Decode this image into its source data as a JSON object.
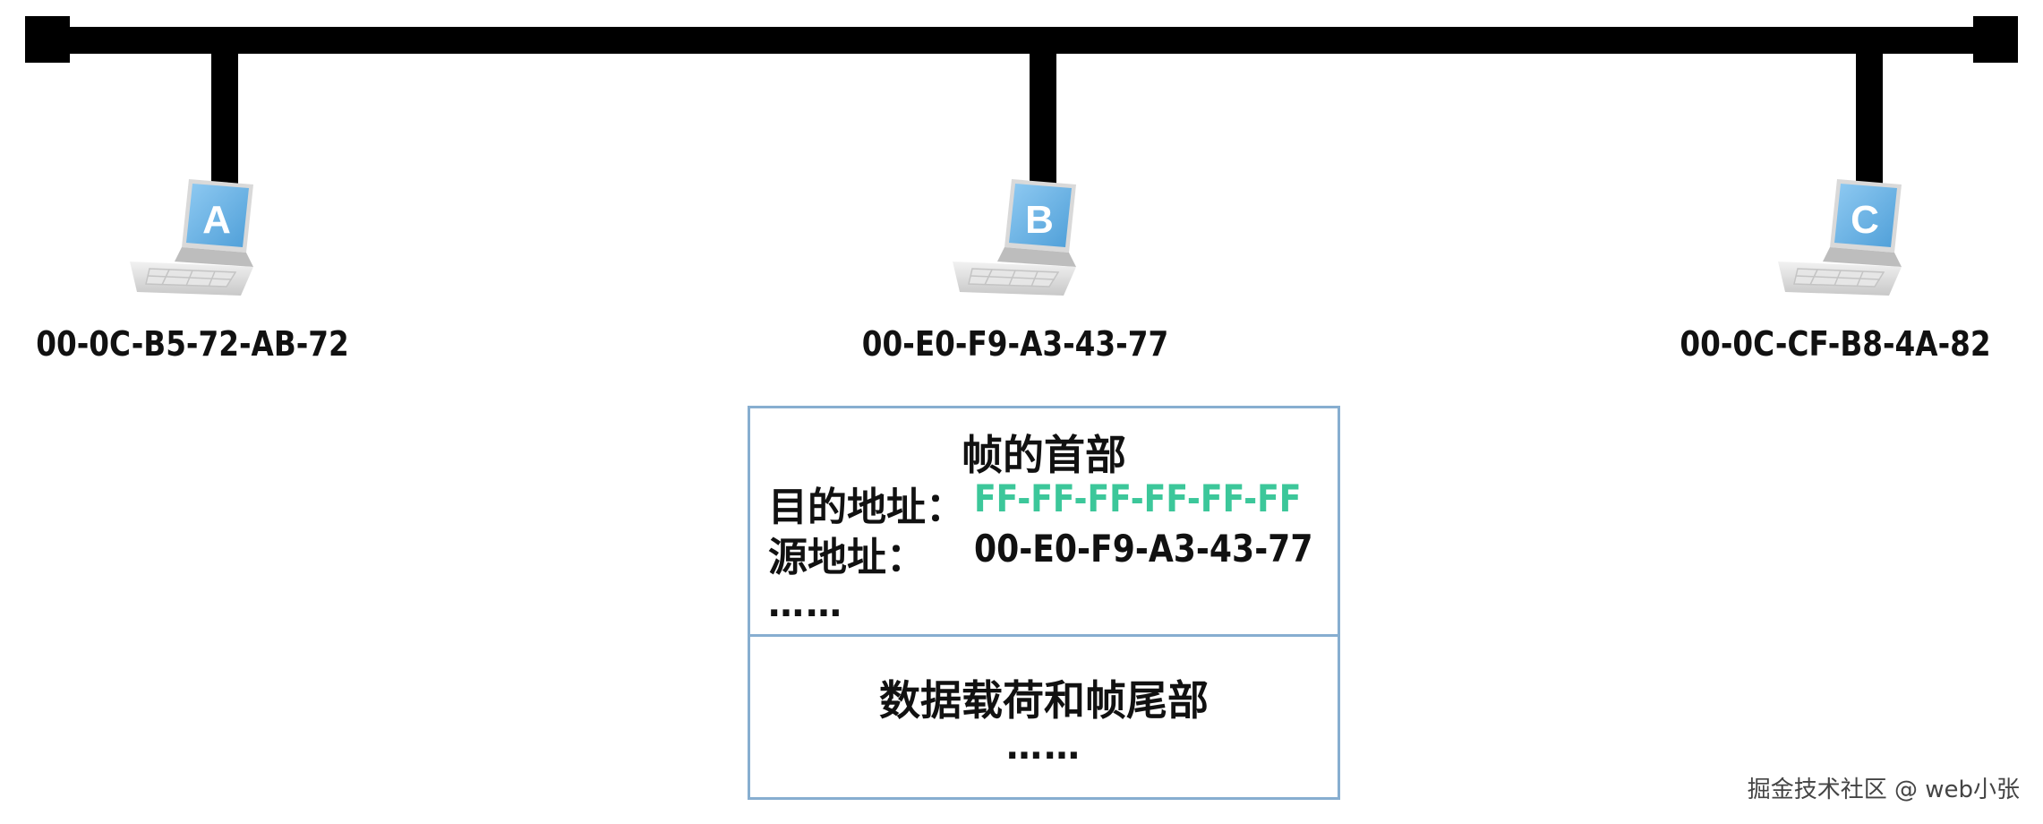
{
  "hosts": [
    {
      "letter": "A",
      "mac": "00-0C-B5-72-AB-72"
    },
    {
      "letter": "B",
      "mac": "00-E0-F9-A3-43-77"
    },
    {
      "letter": "C",
      "mac": "00-0C-CF-B8-4A-82"
    }
  ],
  "frame": {
    "header_title": "帧的首部",
    "dst_label": "目的地址：",
    "dst_value": "FF-FF-FF-FF-FF-FF",
    "src_label": "源地址：",
    "src_value": "00-E0-F9-A3-43-77",
    "header_ellipsis": "……",
    "payload_title": "数据载荷和帧尾部",
    "payload_ellipsis": "……"
  },
  "colors": {
    "bus": "#000000",
    "laptop_screen": "#6fb6ea",
    "broadcast_address": "#3cc79a",
    "frame_border": "#87aed0"
  },
  "watermark": "掘金技术社区 @ web小张"
}
